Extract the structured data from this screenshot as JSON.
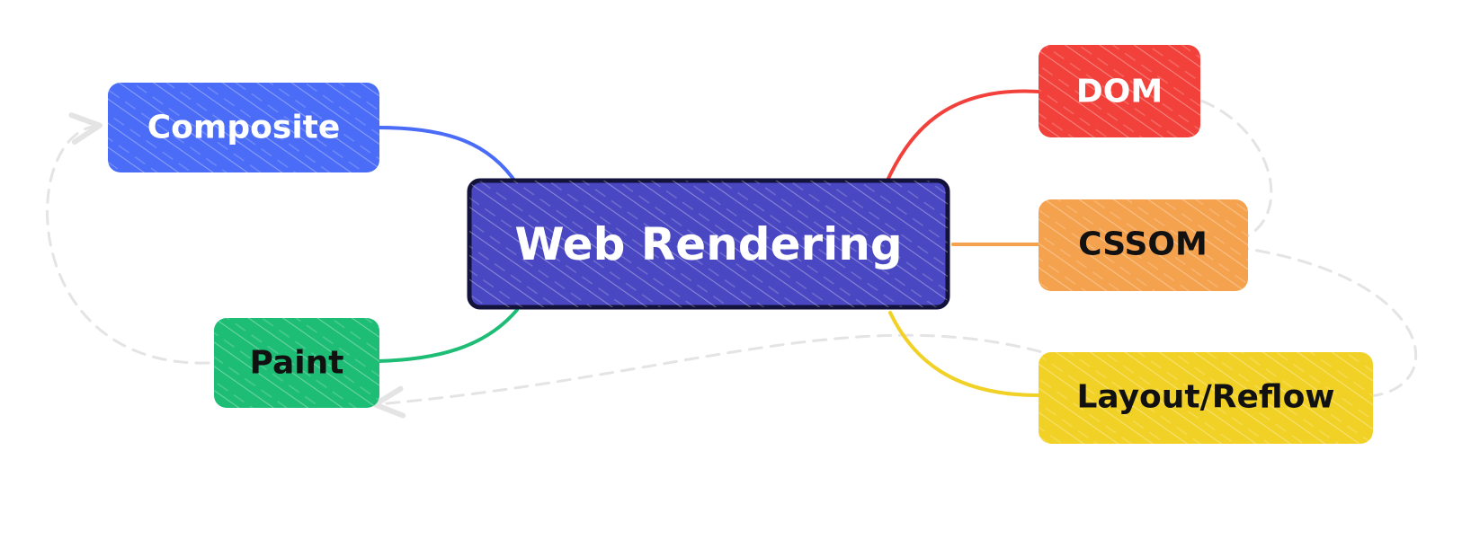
{
  "central": {
    "label": "Web Rendering",
    "color": "#4a47c2",
    "border_color": "#12123a",
    "text_color": "#ffffff"
  },
  "nodes": {
    "composite": {
      "label": "Composite",
      "color": "#4a6cf7",
      "text_color": "#ffffff",
      "connector_color": "#4a6cf7"
    },
    "paint": {
      "label": "Paint",
      "color": "#1dbd75",
      "text_color": "#111111",
      "connector_color": "#1dbd75"
    },
    "dom": {
      "label": "DOM",
      "color": "#f2413b",
      "text_color": "#ffffff",
      "connector_color": "#f2413b"
    },
    "cssom": {
      "label": "CSSOM",
      "color": "#f5a24e",
      "text_color": "#111111",
      "connector_color": "#f5a24e"
    },
    "layout": {
      "label": "Layout/Reflow",
      "color": "#f2d126",
      "text_color": "#111111",
      "connector_color": "#f2d126"
    }
  },
  "flow_arrow_color": "#e4e4e4"
}
